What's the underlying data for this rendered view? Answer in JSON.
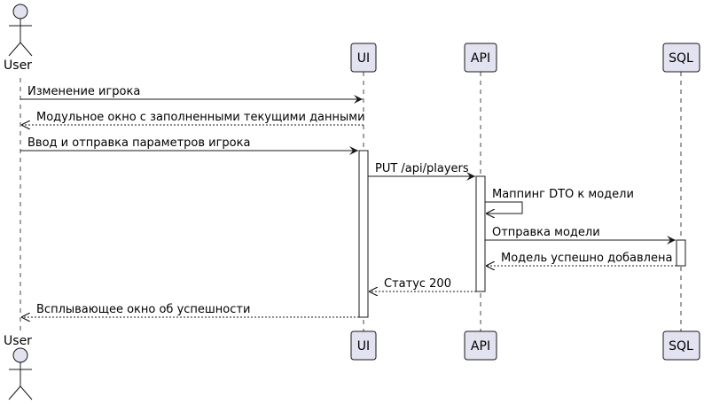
{
  "diagram": {
    "participants": [
      {
        "id": "user",
        "label": "User",
        "kind": "actor"
      },
      {
        "id": "ui",
        "label": "UI",
        "kind": "participant"
      },
      {
        "id": "api",
        "label": "API",
        "kind": "participant"
      },
      {
        "id": "sql",
        "label": "SQL",
        "kind": "participant"
      }
    ],
    "messages": [
      {
        "from": "user",
        "to": "ui",
        "label": "Изменение игрока",
        "style": "solid"
      },
      {
        "from": "ui",
        "to": "user",
        "label": "Модульное окно с заполненными текущими данными",
        "style": "dashed"
      },
      {
        "from": "user",
        "to": "ui",
        "label": "Ввод и отправка параметров игрока",
        "style": "solid"
      },
      {
        "from": "ui",
        "to": "api",
        "label": "PUT /api/players",
        "style": "solid"
      },
      {
        "from": "api",
        "to": "api",
        "label": "Маппинг DTO к модели",
        "style": "solid"
      },
      {
        "from": "api",
        "to": "sql",
        "label": "Отправка модели",
        "style": "solid"
      },
      {
        "from": "sql",
        "to": "api",
        "label": "Модель успешно добавлена",
        "style": "dashed"
      },
      {
        "from": "api",
        "to": "ui",
        "label": "Статус 200",
        "style": "dashed"
      },
      {
        "from": "ui",
        "to": "user",
        "label": "Всплывающее окно об успешности",
        "style": "dashed"
      }
    ],
    "colors": {
      "participant_fill": "#E2E2F0",
      "participant_border": "#181818",
      "lifeline": "#181818",
      "activation_fill": "#FFFFFF"
    }
  }
}
